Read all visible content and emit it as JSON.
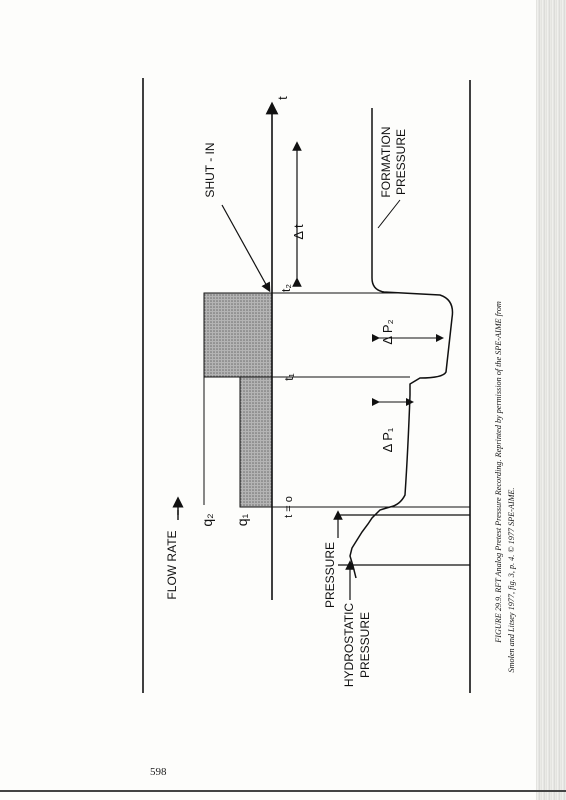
{
  "figure": {
    "labels": {
      "flow_rate": "FLOW RATE",
      "q2": "q₂",
      "q1": "q₁",
      "t0": "t = o",
      "pressure": "PRESSURE",
      "hydrostatic_1": "HYDROSTATIC",
      "hydrostatic_2": "PRESSURE",
      "shut_in": "SHUT - IN",
      "formation_1": "FORMATION",
      "formation_2": "PRESSURE",
      "t_axis": "t",
      "delta_t": "Δ t",
      "t1": "t₁",
      "t2": "t₂",
      "dp1": "Δ P₁",
      "dp2": "Δ P₂"
    },
    "caption_line1": "FIGURE 29.9. RFT Analog Pretest Pressure Recording. Reprinted by permission of the SPE-AIME from",
    "caption_line2": "Smolen and Litsey 1977, fig. 3, p. 4. © 1977 SPE-AIME."
  },
  "page_number": "598",
  "colors": {
    "ink": "#111111",
    "shade": "#9a9a9a",
    "paper": "#fdfdfb"
  }
}
